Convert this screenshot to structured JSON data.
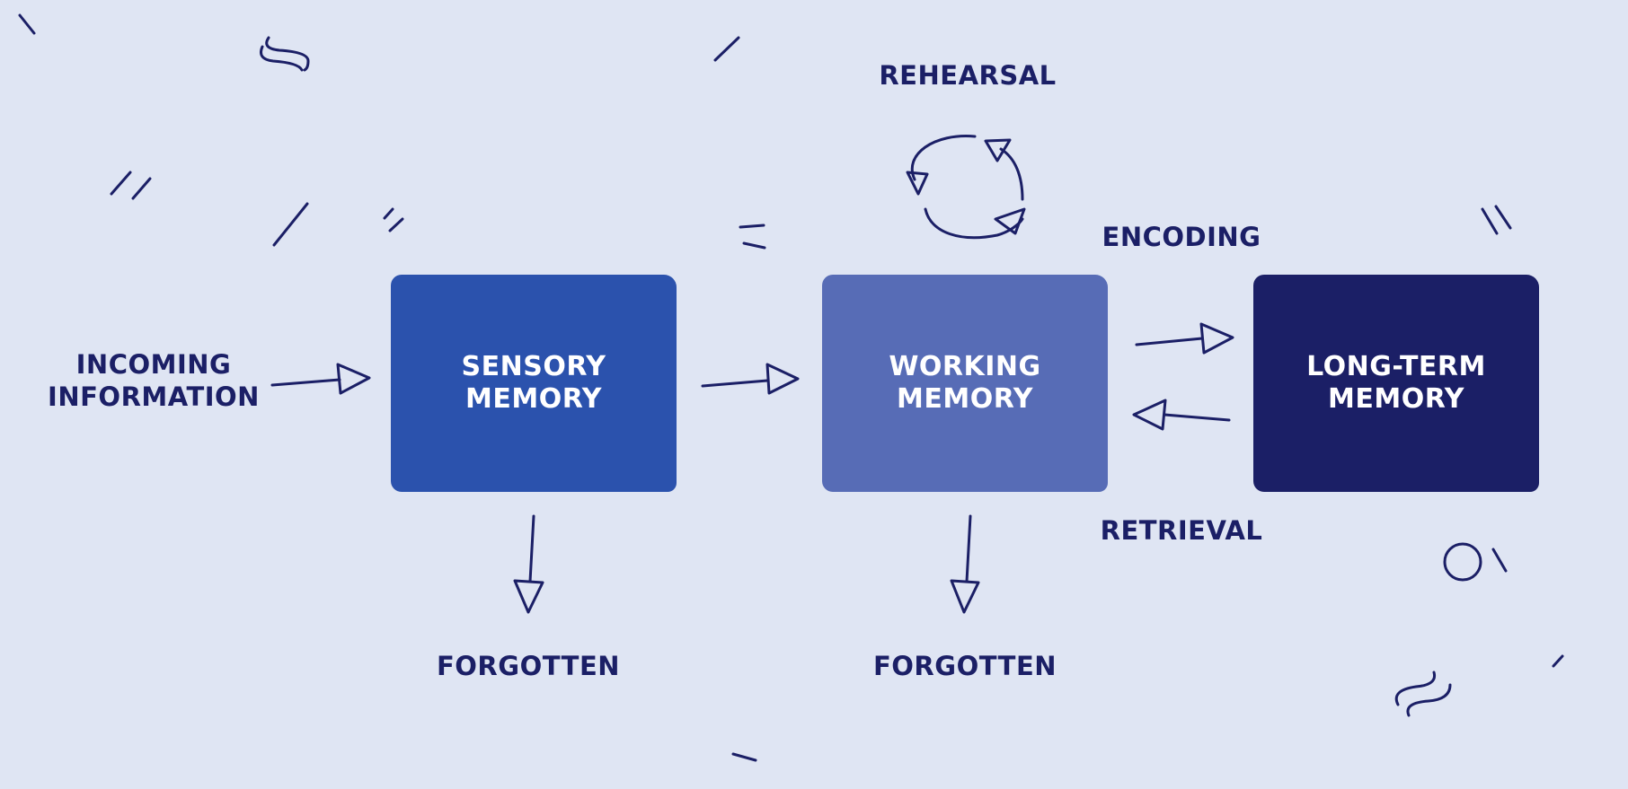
{
  "colors": {
    "background": "#dfe5f3",
    "ink": "#1b1f66",
    "sensory_box": "#2b52ad",
    "working_box": "#576cb6",
    "longterm_box": "#1b1f66",
    "box_text": "#ffffff"
  },
  "labels": {
    "incoming_line1": "INCOMING",
    "incoming_line2": "INFORMATION",
    "rehearsal": "REHEARSAL",
    "encoding": "ENCODING",
    "retrieval": "RETRIEVAL",
    "forgotten_sensory": "FORGOTTEN",
    "forgotten_working": "FORGOTTEN"
  },
  "boxes": {
    "sensory": {
      "line1": "SENSORY",
      "line2": "MEMORY"
    },
    "working": {
      "line1": "WORKING",
      "line2": "MEMORY"
    },
    "longterm": {
      "line1": "LONG-TERM",
      "line2": "MEMORY"
    }
  }
}
